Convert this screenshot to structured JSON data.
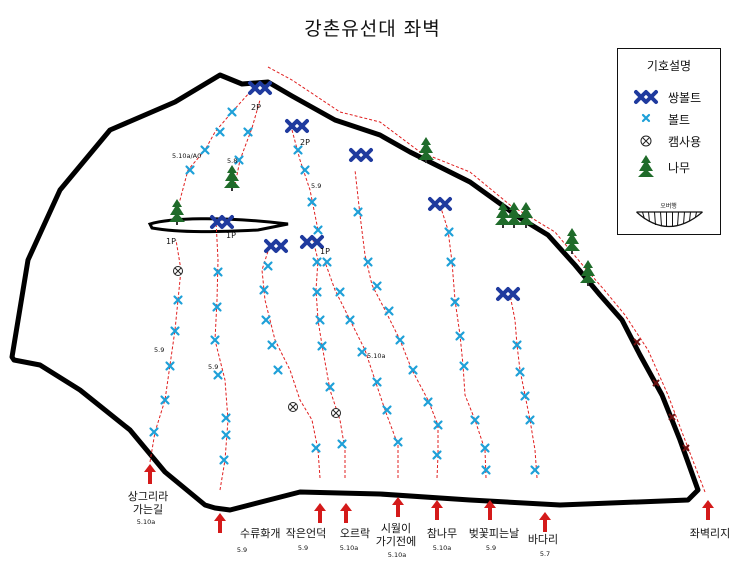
{
  "title": "강촌유선대 좌벽",
  "legend": {
    "title": "기호설명",
    "items": [
      {
        "icon": "double-bolt-icon",
        "label": "쌍볼트"
      },
      {
        "icon": "bolt-icon",
        "label": "볼트"
      },
      {
        "icon": "cam-icon",
        "label": "캠사용"
      },
      {
        "icon": "tree-icon",
        "label": "나무"
      },
      {
        "icon": "overhang-icon",
        "label": "오버행"
      }
    ]
  },
  "colors": {
    "wall": "#000000",
    "bolt": "#1ea0d8",
    "double_bolt": "#1f3a9e",
    "route": "#e02020",
    "arrow": "#d41a1a",
    "tree": "#1f6b2a",
    "cross": "#7a1a1a"
  },
  "routes": [
    {
      "name": "상그리라\n가는길",
      "grade": "5.10a",
      "section_grades": [
        "5.9"
      ],
      "anchors": [
        "1P"
      ]
    },
    {
      "name": "수류화개",
      "grade": "5.9",
      "section_grades": [
        "5.9"
      ],
      "anchors": [
        "1P"
      ]
    },
    {
      "name": "작은언덕",
      "grade": "5.9",
      "section_grades": [],
      "anchors": []
    },
    {
      "name": "오르락",
      "grade": "5.10a",
      "section_grades": [],
      "anchors": [
        "1P"
      ]
    },
    {
      "name": "시월이\n가기전에",
      "grade": "5.10a",
      "section_grades": [
        "5.10a"
      ],
      "anchors": []
    },
    {
      "name": "참나무",
      "grade": "5.10a",
      "section_grades": [],
      "anchors": []
    },
    {
      "name": "벚꽃피는날",
      "grade": "5.9",
      "section_grades": [],
      "anchors": []
    },
    {
      "name": "바다리",
      "grade": "5.7",
      "section_grades": [],
      "anchors": []
    },
    {
      "name": "좌벽리지",
      "grade": "",
      "section_grades": [],
      "anchors": []
    }
  ],
  "upper_routes": [
    {
      "grade": "5.10a/A0",
      "anchor": "2P"
    },
    {
      "grade": "5.8",
      "anchor": ""
    },
    {
      "grade": "5.9",
      "anchor": "2P"
    }
  ]
}
